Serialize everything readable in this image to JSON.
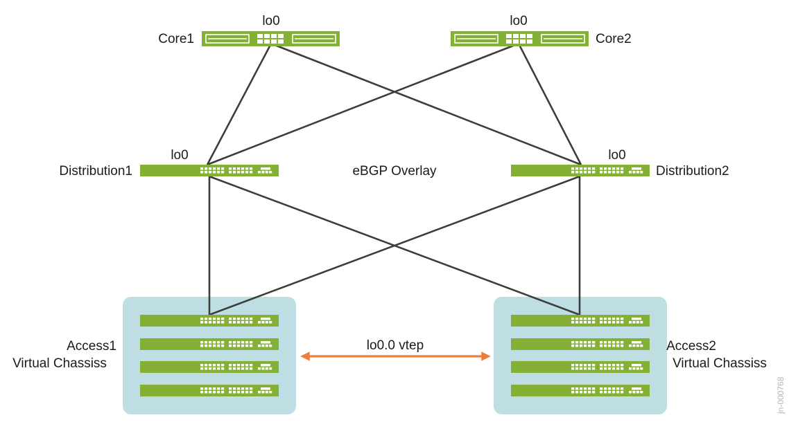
{
  "nodes": {
    "core1": {
      "name": "Core1",
      "loopback": "lo0"
    },
    "core2": {
      "name": "Core2",
      "loopback": "lo0"
    },
    "dist1": {
      "name": "Distribution1",
      "loopback": "lo0"
    },
    "dist2": {
      "name": "Distribution2",
      "loopback": "lo0"
    },
    "access1": {
      "line1": "Access1",
      "line2": "Virtual Chassiss",
      "members": 4
    },
    "access2": {
      "line1": "Access2",
      "line2": "Virtual Chassiss",
      "members": 4
    }
  },
  "overlay_label": "eBGP Overlay",
  "vtep_label": "lo0.0 vtep",
  "watermark": "jn-000768",
  "colors": {
    "switch": "#84b135",
    "link": "#3d3d3d",
    "vtep_arrow": "#ef7d3a",
    "vc_background": "#bedee3"
  }
}
